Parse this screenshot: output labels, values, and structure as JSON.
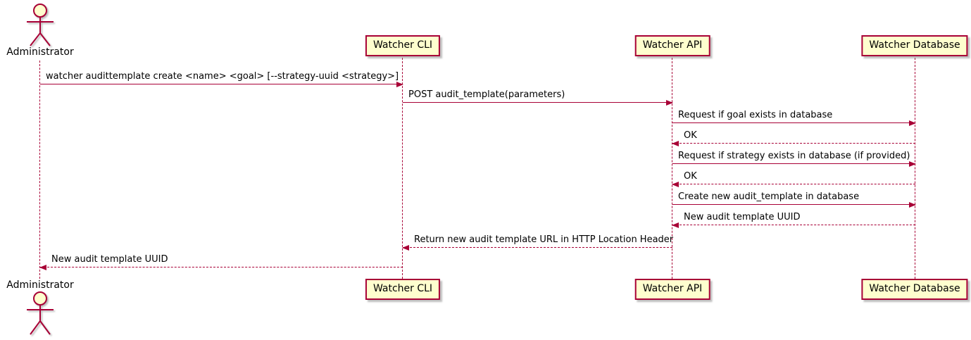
{
  "diagram": {
    "type": "plantuml-sequence",
    "colors": {
      "participant_fill": "#FEFECE",
      "participant_border": "#A80036",
      "arrow": "#A80036",
      "lifeline": "#A80036",
      "text": "#000000"
    },
    "actor": {
      "label": "Administrator"
    },
    "participants": [
      {
        "label": "Watcher CLI"
      },
      {
        "label": "Watcher API"
      },
      {
        "label": "Watcher Database"
      }
    ],
    "messages": [
      {
        "from": "Administrator",
        "to": "Watcher CLI",
        "style": "solid",
        "text": "watcher audittemplate create <name> <goal> [--strategy-uuid <strategy>]"
      },
      {
        "from": "Watcher CLI",
        "to": "Watcher API",
        "style": "solid",
        "text": "POST audit_template(parameters)"
      },
      {
        "from": "Watcher API",
        "to": "Watcher Database",
        "style": "solid",
        "text": "Request if goal exists in database"
      },
      {
        "from": "Watcher Database",
        "to": "Watcher API",
        "style": "dashed",
        "text": "OK"
      },
      {
        "from": "Watcher API",
        "to": "Watcher Database",
        "style": "solid",
        "text": "Request if strategy exists in database (if provided)"
      },
      {
        "from": "Watcher Database",
        "to": "Watcher API",
        "style": "dashed",
        "text": "OK"
      },
      {
        "from": "Watcher API",
        "to": "Watcher Database",
        "style": "solid",
        "text": "Create new audit_template in database"
      },
      {
        "from": "Watcher Database",
        "to": "Watcher API",
        "style": "dashed",
        "text": "New audit template UUID"
      },
      {
        "from": "Watcher API",
        "to": "Watcher CLI",
        "style": "dashed",
        "text": "Return new audit template URL in HTTP Location Header"
      },
      {
        "from": "Watcher CLI",
        "to": "Administrator",
        "style": "dashed",
        "text": "New audit template UUID"
      }
    ]
  }
}
